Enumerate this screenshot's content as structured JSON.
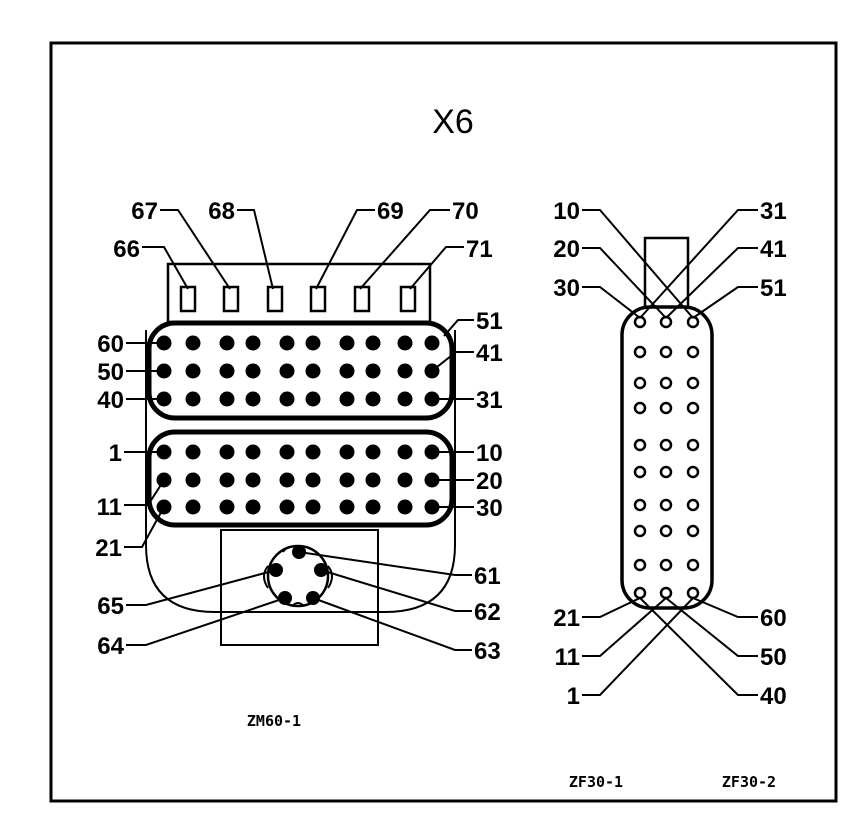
{
  "title": "X6",
  "colors": {
    "ink": "#000000",
    "paper": "#ffffff"
  },
  "left_connector": {
    "caption": "ZM60-1",
    "top_pins": [
      "66",
      "67",
      "68",
      "69",
      "70",
      "71"
    ],
    "upper_block": {
      "rows": 3,
      "cols": 10,
      "left_labels": [
        "60",
        "50",
        "40"
      ],
      "right_labels": [
        "51",
        "41",
        "31"
      ]
    },
    "lower_block": {
      "rows": 3,
      "cols": 10,
      "left_labels": [
        "1",
        "11",
        "21"
      ],
      "right_labels": [
        "10",
        "20",
        "30"
      ]
    },
    "round_plug_pins": [
      "61",
      "62",
      "63",
      "64",
      "65"
    ]
  },
  "right_connector": {
    "captions": [
      "ZF30-1",
      "ZF30-2"
    ],
    "rows": 10,
    "cols": 3,
    "top_left_labels": [
      "10",
      "20",
      "30"
    ],
    "top_right_labels": [
      "31",
      "41",
      "51"
    ],
    "bottom_left_labels": [
      "21",
      "11",
      "1"
    ],
    "bottom_right_labels": [
      "60",
      "50",
      "40"
    ]
  }
}
